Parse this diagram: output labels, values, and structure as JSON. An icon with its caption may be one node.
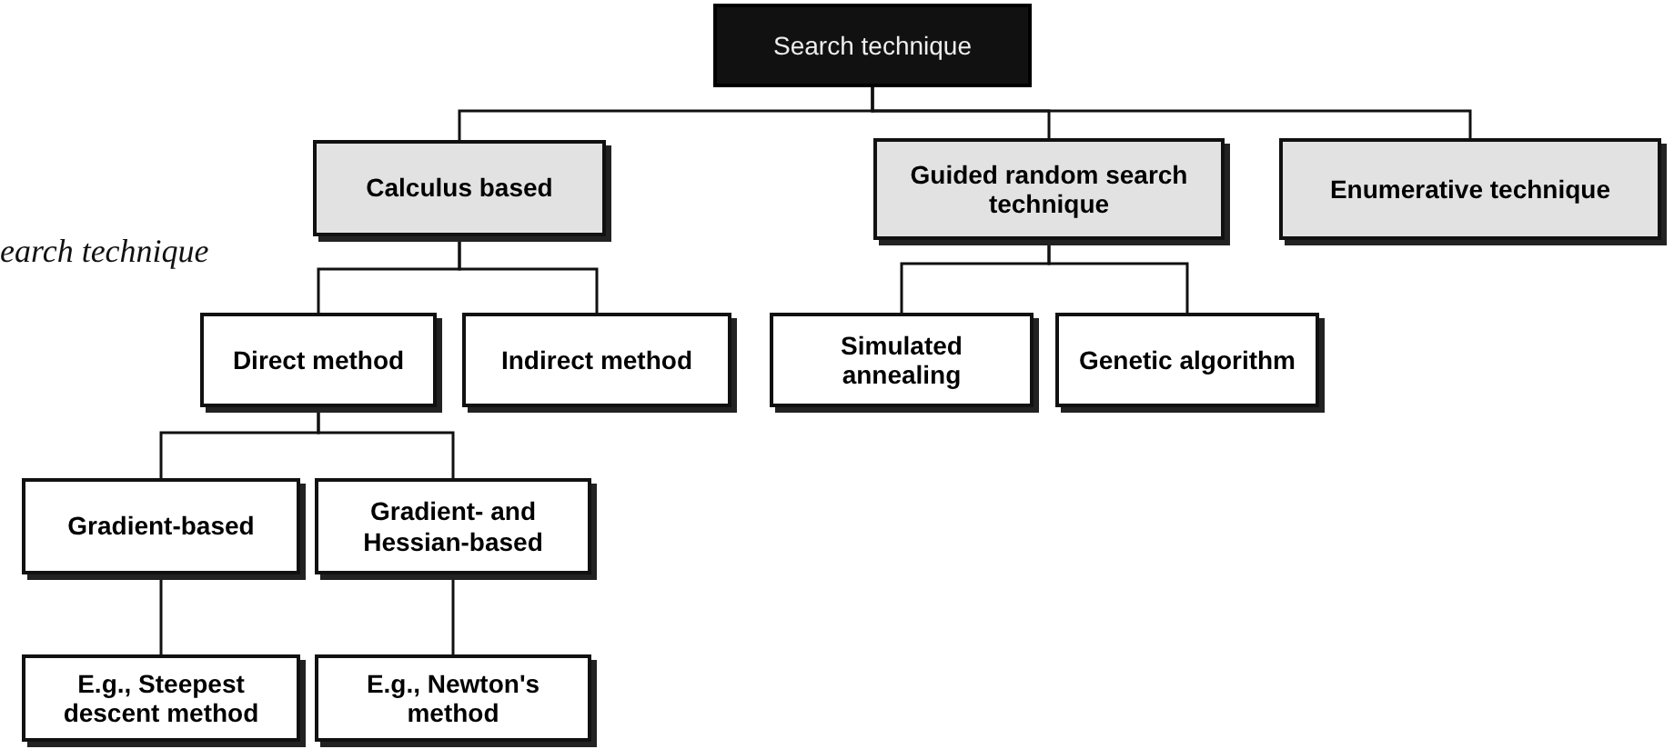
{
  "diagram": {
    "nodes": [
      {
        "text": [
          "Search technique"
        ]
      },
      {
        "text": [
          "Calculus based"
        ]
      },
      {
        "text": [
          "Guided random search technique"
        ]
      },
      {
        "text": [
          "Enumerative technique"
        ]
      },
      {
        "text": [
          "Direct method"
        ]
      },
      {
        "text": [
          "Indirect method"
        ]
      },
      {
        "text": [
          "Simulated annealing"
        ]
      },
      {
        "text": [
          "Genetic algorithm"
        ]
      },
      {
        "text": [
          "Gradient-based"
        ]
      },
      {
        "text": [
          "Gradient- and Hessian-based"
        ]
      },
      {
        "text": [
          "E.g., Steepest descent method"
        ]
      },
      {
        "text": [
          "E.g., Newton's method"
        ]
      }
    ],
    "edges": [
      {
        "from": 0,
        "to": 1,
        "arrow": "none"
      },
      {
        "from": 0,
        "to": 2,
        "arrow": "none"
      },
      {
        "from": 0,
        "to": 3,
        "arrow": "none"
      },
      {
        "from": 1,
        "to": 4,
        "arrow": "none"
      },
      {
        "from": 1,
        "to": 5,
        "arrow": "none"
      },
      {
        "from": 2,
        "to": 6,
        "arrow": "none"
      },
      {
        "from": 2,
        "to": 7,
        "arrow": "none"
      },
      {
        "from": 4,
        "to": 8,
        "arrow": "none"
      },
      {
        "from": 4,
        "to": 9,
        "arrow": "none"
      },
      {
        "from": 8,
        "to": 10,
        "arrow": "none"
      },
      {
        "from": 9,
        "to": 11,
        "arrow": "none"
      }
    ],
    "labels": [
      "earch technique"
    ]
  }
}
